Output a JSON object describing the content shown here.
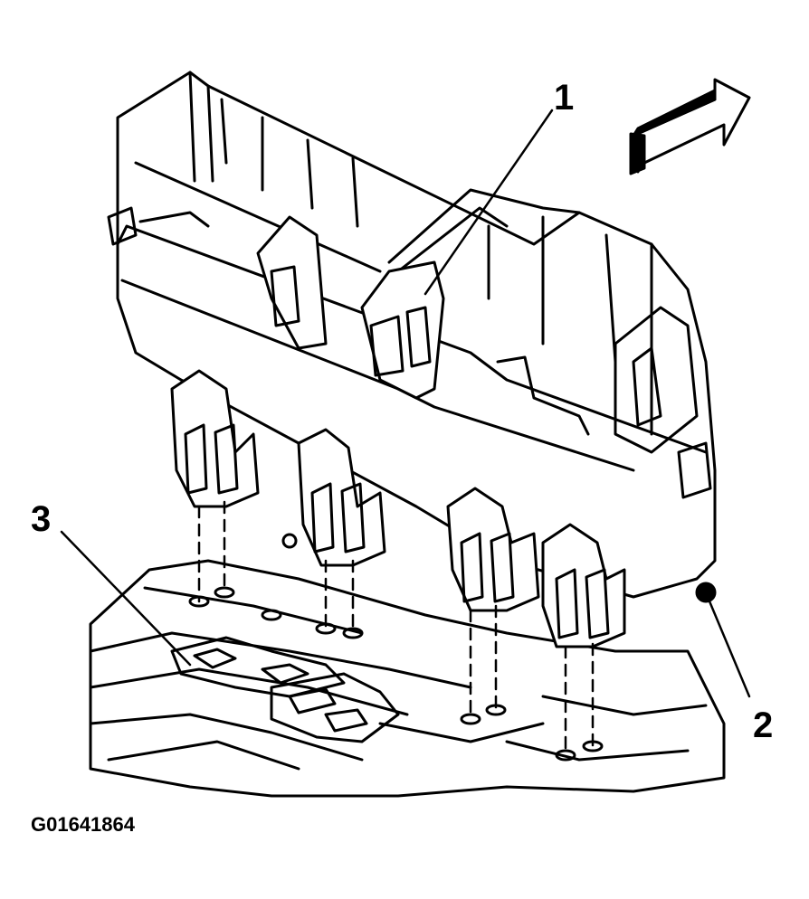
{
  "figure": {
    "id": "G01641864",
    "callouts": [
      {
        "label": "1"
      },
      {
        "label": "2"
      },
      {
        "label": "3"
      }
    ]
  },
  "colors": {
    "ink": "#000000",
    "paper": "#ffffff"
  }
}
